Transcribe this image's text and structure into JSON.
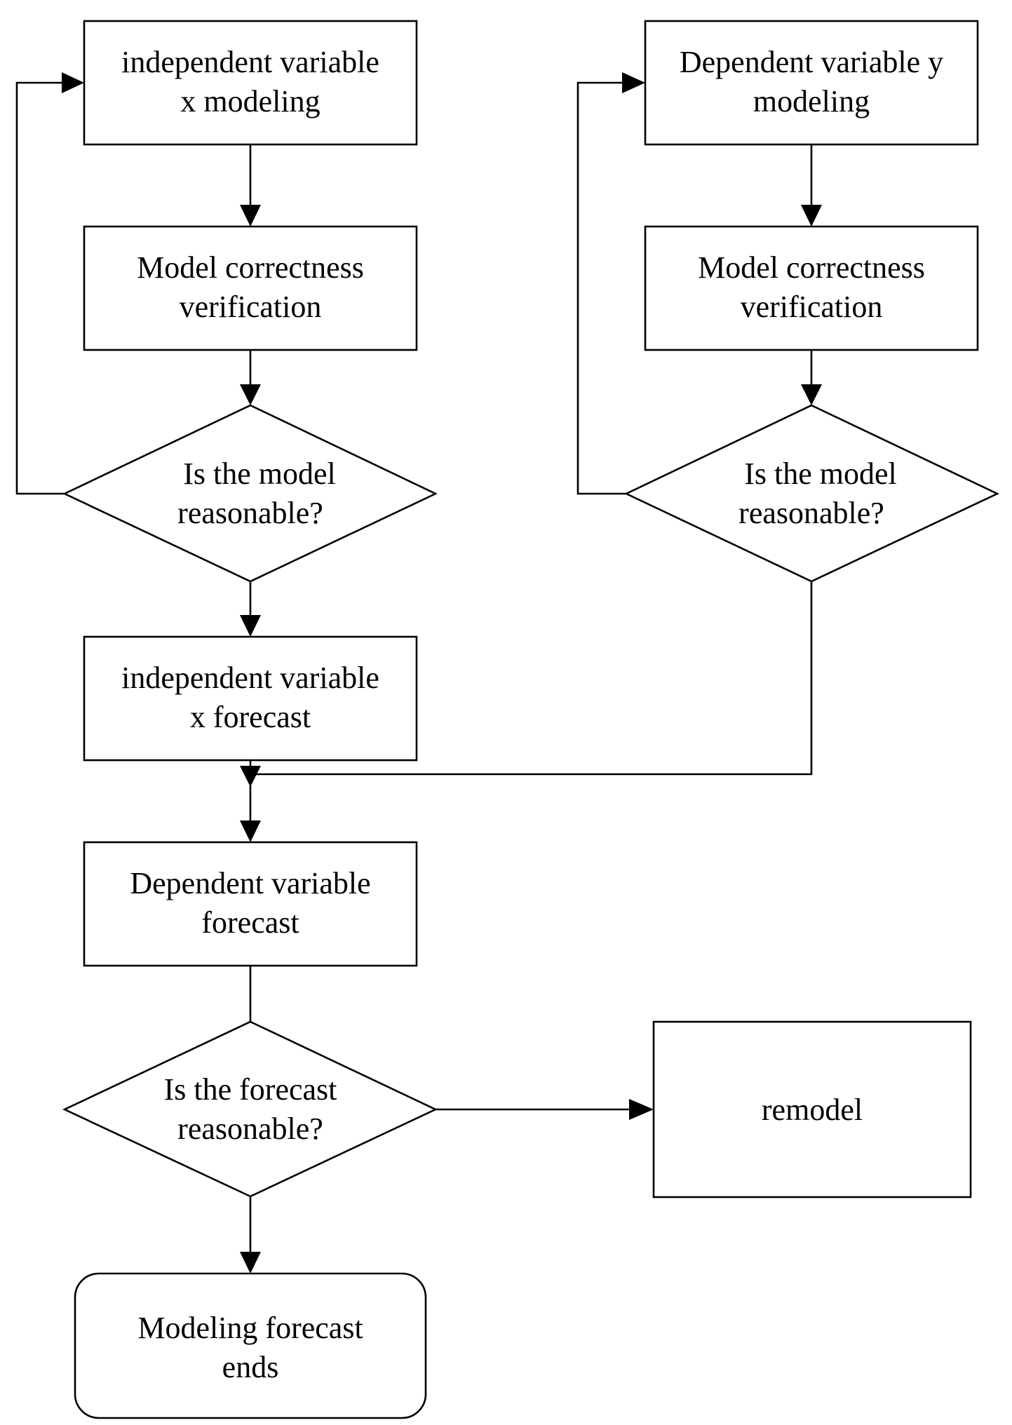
{
  "nodes": {
    "x_modeling": {
      "line1": "independent variable",
      "line2": "x modeling"
    },
    "x_verification": {
      "line1": "Model correctness",
      "line2": "verification"
    },
    "x_reasonable": {
      "line1": "Is the model",
      "line2": "reasonable?"
    },
    "x_forecast": {
      "line1": "independent variable",
      "line2": "x forecast"
    },
    "y_modeling": {
      "line1": "Dependent variable y",
      "line2": "modeling"
    },
    "y_verification": {
      "line1": "Model correctness",
      "line2": "verification"
    },
    "y_reasonable": {
      "line1": "Is the model",
      "line2": "reasonable?"
    },
    "dependent_forecast": {
      "line1": "Dependent variable",
      "line2": "forecast"
    },
    "forecast_reasonable": {
      "line1": "Is the forecast",
      "line2": "reasonable?"
    },
    "remodel": {
      "label": "remodel"
    },
    "end": {
      "line1": "Modeling forecast",
      "line2": "ends"
    }
  }
}
